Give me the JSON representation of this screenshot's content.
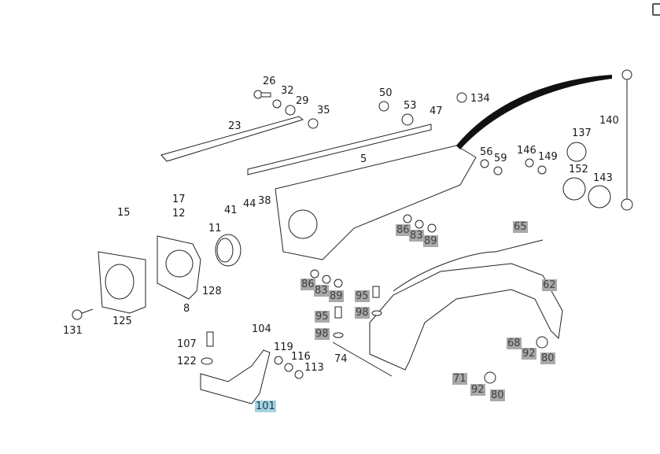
{
  "diagram": {
    "title": "Exploded parts diagram - front fender / wheel arch assembly",
    "highlight_colors": {
      "grey": "#a9a9a9",
      "blue": "#a5d2e2"
    },
    "labels": [
      {
        "id": "26",
        "style": "plain"
      },
      {
        "id": "32",
        "style": "plain"
      },
      {
        "id": "29",
        "style": "plain"
      },
      {
        "id": "35",
        "style": "plain"
      },
      {
        "id": "23",
        "style": "plain"
      },
      {
        "id": "50",
        "style": "plain"
      },
      {
        "id": "53",
        "style": "plain"
      },
      {
        "id": "47",
        "style": "plain"
      },
      {
        "id": "134",
        "style": "plain"
      },
      {
        "id": "140",
        "style": "plain"
      },
      {
        "id": "137",
        "style": "plain"
      },
      {
        "id": "5",
        "style": "plain"
      },
      {
        "id": "56",
        "style": "plain"
      },
      {
        "id": "59",
        "style": "plain"
      },
      {
        "id": "146",
        "style": "plain"
      },
      {
        "id": "149",
        "style": "plain"
      },
      {
        "id": "152",
        "style": "plain"
      },
      {
        "id": "143",
        "style": "plain"
      },
      {
        "id": "17",
        "style": "plain"
      },
      {
        "id": "12",
        "style": "plain"
      },
      {
        "id": "15",
        "style": "plain"
      },
      {
        "id": "41",
        "style": "plain"
      },
      {
        "id": "44",
        "style": "plain"
      },
      {
        "id": "38",
        "style": "plain"
      },
      {
        "id": "11",
        "style": "plain"
      },
      {
        "id": "128",
        "style": "plain"
      },
      {
        "id": "8",
        "style": "plain"
      },
      {
        "id": "125",
        "style": "plain"
      },
      {
        "id": "131",
        "style": "plain"
      },
      {
        "id": "107",
        "style": "plain"
      },
      {
        "id": "104",
        "style": "plain"
      },
      {
        "id": "122",
        "style": "plain"
      },
      {
        "id": "119",
        "style": "plain"
      },
      {
        "id": "116",
        "style": "plain"
      },
      {
        "id": "113",
        "style": "plain"
      },
      {
        "id": "74",
        "style": "plain"
      },
      {
        "id": "86",
        "style": "grey"
      },
      {
        "id": "83",
        "style": "grey"
      },
      {
        "id": "89",
        "style": "grey"
      },
      {
        "id": "65",
        "style": "grey"
      },
      {
        "id": "86",
        "style": "grey"
      },
      {
        "id": "83",
        "style": "grey"
      },
      {
        "id": "89",
        "style": "grey"
      },
      {
        "id": "62",
        "style": "grey"
      },
      {
        "id": "95",
        "style": "grey"
      },
      {
        "id": "95",
        "style": "grey"
      },
      {
        "id": "98",
        "style": "grey"
      },
      {
        "id": "98",
        "style": "grey"
      },
      {
        "id": "68",
        "style": "grey"
      },
      {
        "id": "92",
        "style": "grey"
      },
      {
        "id": "80",
        "style": "grey"
      },
      {
        "id": "71",
        "style": "grey"
      },
      {
        "id": "92",
        "style": "grey"
      },
      {
        "id": "80",
        "style": "grey"
      },
      {
        "id": "101",
        "style": "blue"
      }
    ]
  }
}
